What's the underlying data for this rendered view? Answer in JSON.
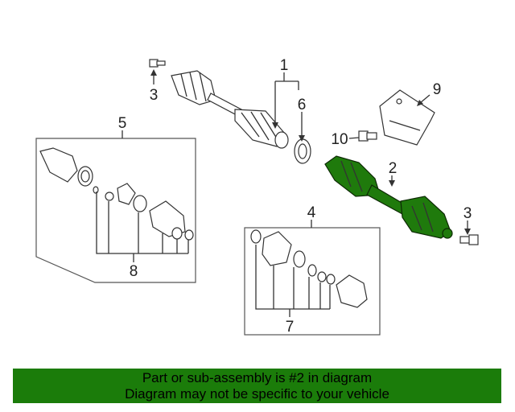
{
  "colors": {
    "highlight": "#1f7a0c",
    "banner_background": "#1b7c0a",
    "line": "#333333"
  },
  "callouts": {
    "c1": "1",
    "c2": "2",
    "c3a": "3",
    "c3b": "3",
    "c4": "4",
    "c5": "5",
    "c6": "6",
    "c7": "7",
    "c8": "8",
    "c9": "9",
    "c10": "10"
  },
  "banner": {
    "line1": "Part or sub-assembly is #2 in diagram",
    "line2": "Diagram may not be specific to your vehicle"
  }
}
